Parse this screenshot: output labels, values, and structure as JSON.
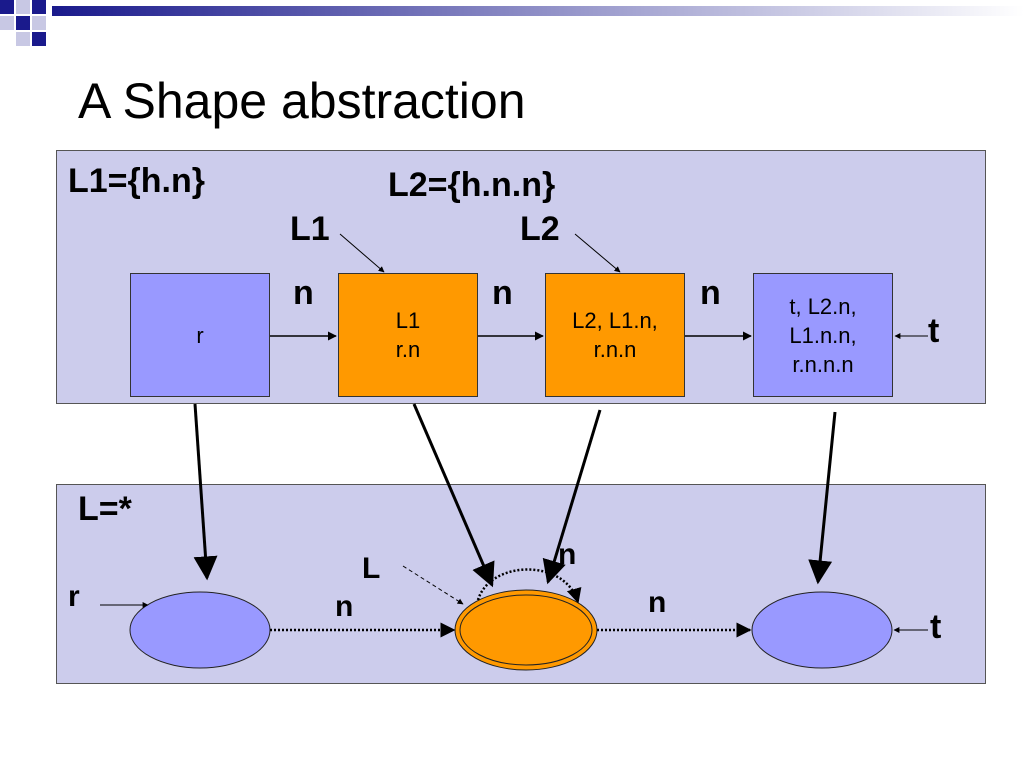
{
  "slide": {
    "title": "A Shape abstraction"
  },
  "concrete": {
    "set_l1": "L1={h.n}",
    "set_l2": "L2={h.n.n}",
    "ptr_l1": "L1",
    "ptr_l2": "L2",
    "edge_label": "n",
    "tail_label": "t",
    "nodes": [
      {
        "lines": [
          "r"
        ]
      },
      {
        "lines": [
          "L1",
          "r.n"
        ]
      },
      {
        "lines": [
          "L2, L1.n,",
          "r.n.n"
        ]
      },
      {
        "lines": [
          "t, L2.n,",
          "L1.n.n,",
          "r.n.n.n"
        ]
      }
    ]
  },
  "abstract": {
    "set_l": "L=*",
    "ptr_l": "L",
    "edge_label": "n",
    "root_label": "r",
    "tail_label": "t"
  },
  "colors": {
    "panel": "#ccccec",
    "node_blue": "#9999ff",
    "node_orange": "#ff9900",
    "header_start": "#1a1a8c",
    "header_end": "#ffffff"
  }
}
